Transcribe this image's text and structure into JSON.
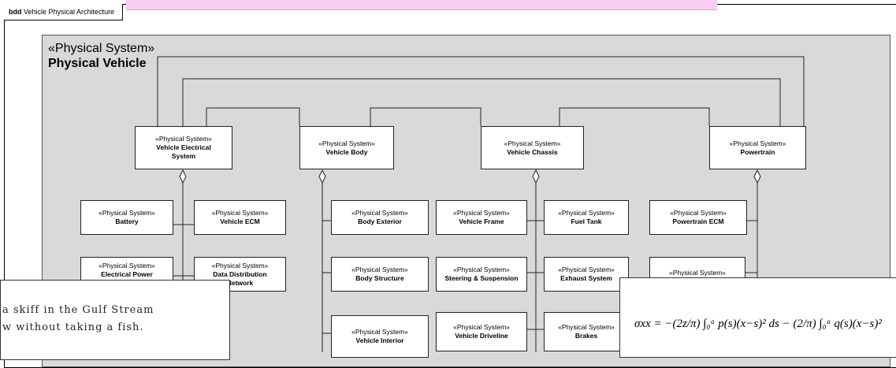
{
  "frame": {
    "keyword": "bdd",
    "title": "Vehicle Physical Architecture"
  },
  "system": {
    "stereotype": "«Physical System»",
    "name": "Physical Vehicle"
  },
  "stereo": "«Physical System»",
  "blocks": {
    "vehicle_electrical": "Vehicle Electrical System",
    "vehicle_body": "Vehicle Body",
    "vehicle_chassis": "Vehicle Chassis",
    "powertrain": "Powertrain",
    "battery": "Battery",
    "vehicle_ecm": "Vehicle ECM",
    "electrical_power": "Electrical Power Distribution System",
    "data_distribution": "Data Distribution Network",
    "body_exterior": "Body Exterior",
    "body_structure": "Body Structure",
    "vehicle_interior": "Vehicle Interior",
    "vehicle_frame": "Vehicle Frame",
    "fuel_tank": "Fuel Tank",
    "steering": "Steering & Suspension",
    "exhaust": "Exhaust System",
    "driveline": "Vehicle Driveline",
    "brakes": "Brakes",
    "powertrain_ecm": "Powertrain ECM",
    "powertrain_part2": ""
  },
  "overlay_text": {
    "line1": "a skiff in the Gulf Stream",
    "line2": "w without taking a fish."
  },
  "equation": "σxx = −(2z/π) ∫₀ᵃ p(s)(x−s)² ds − (2/π) ∫₀ᵃ q(s)(x−s)²"
}
